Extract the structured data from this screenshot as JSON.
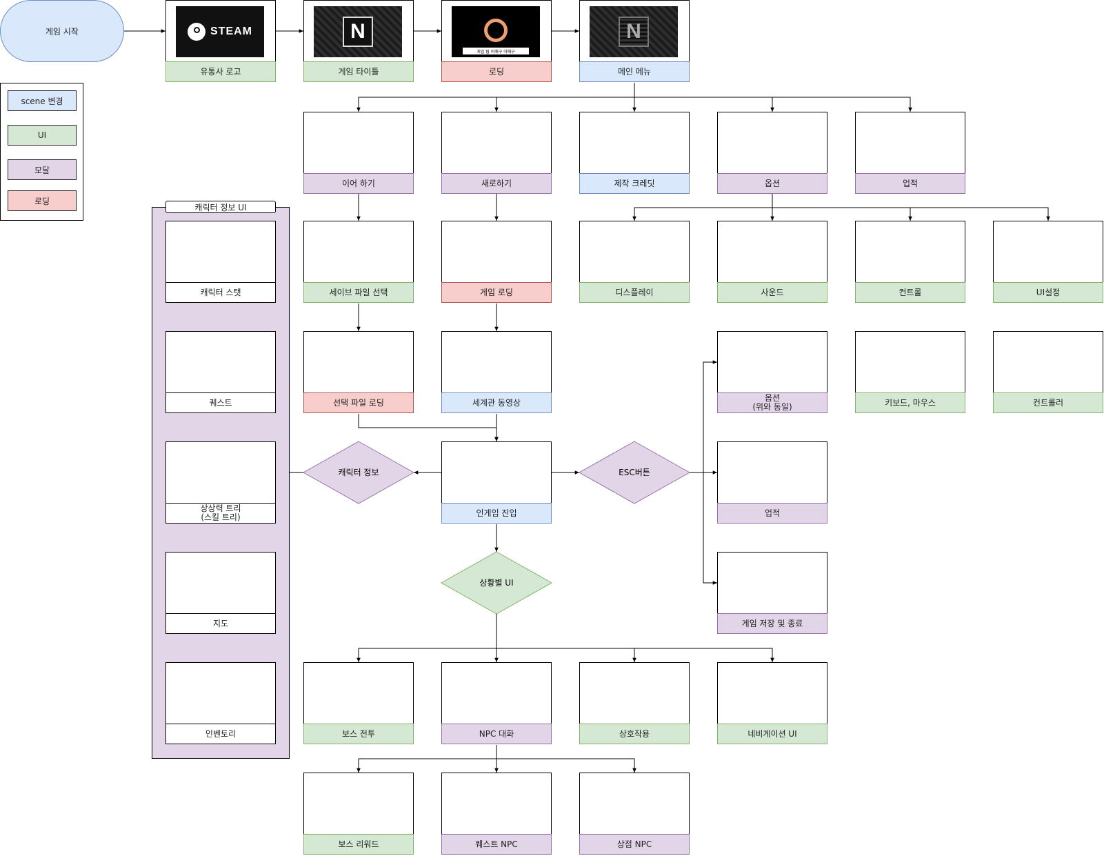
{
  "start": {
    "label": "게임 시작"
  },
  "legend": {
    "items": [
      {
        "label": "scene 변경",
        "color": "blue"
      },
      {
        "label": "UI",
        "color": "green"
      },
      {
        "label": "모달",
        "color": "purple"
      },
      {
        "label": "로딩",
        "color": "red"
      }
    ]
  },
  "top_row": [
    {
      "label": "유통사 로고",
      "color": "green",
      "image": "steam-logo"
    },
    {
      "label": "게임 타이틀",
      "color": "green",
      "image": "n-logo"
    },
    {
      "label": "로딩",
      "color": "red",
      "image": "loading-ring",
      "image_caption": "게임 팀 이매구 이매구"
    },
    {
      "label": "메인 메뉴",
      "color": "blue",
      "image": "n-logo-dim"
    }
  ],
  "main_menu": [
    "이어 하기",
    "새로하기",
    "제작 크레딧",
    "옵션",
    "업적"
  ],
  "options_sub": [
    "디스플레이",
    "사운드",
    "컨트롤",
    "UI설정"
  ],
  "controls_sub": [
    "키보드, 마우스",
    "컨트롤러"
  ],
  "flow": {
    "save_select": "세이브 파일 선택",
    "game_loading": "게임 로딩",
    "selected_file_loading": "선택 파일 로딩",
    "world_video": "세계관 동영상",
    "ingame": "인게임 진입"
  },
  "diamonds": {
    "char_info": "캐릭터 정보",
    "esc": "ESC버튼",
    "situation": "상황별 UI"
  },
  "esc_menu": [
    "옵션\n(위와 동일)",
    "업적",
    "게임 저장 및 종료"
  ],
  "char_group": {
    "title": "캐릭터 정보 UI",
    "items": [
      "캐릭터 스탯",
      "퀘스트",
      "상상력 트리\n(스킬 트리)",
      "지도",
      "인벤토리"
    ]
  },
  "situation_ui": [
    "보스 전투",
    "NPC 대화",
    "상호작용",
    "네비게이션 UI"
  ],
  "npc_sub": [
    "보스 리워드",
    "퀘스트 NPC",
    "상점 NPC"
  ]
}
